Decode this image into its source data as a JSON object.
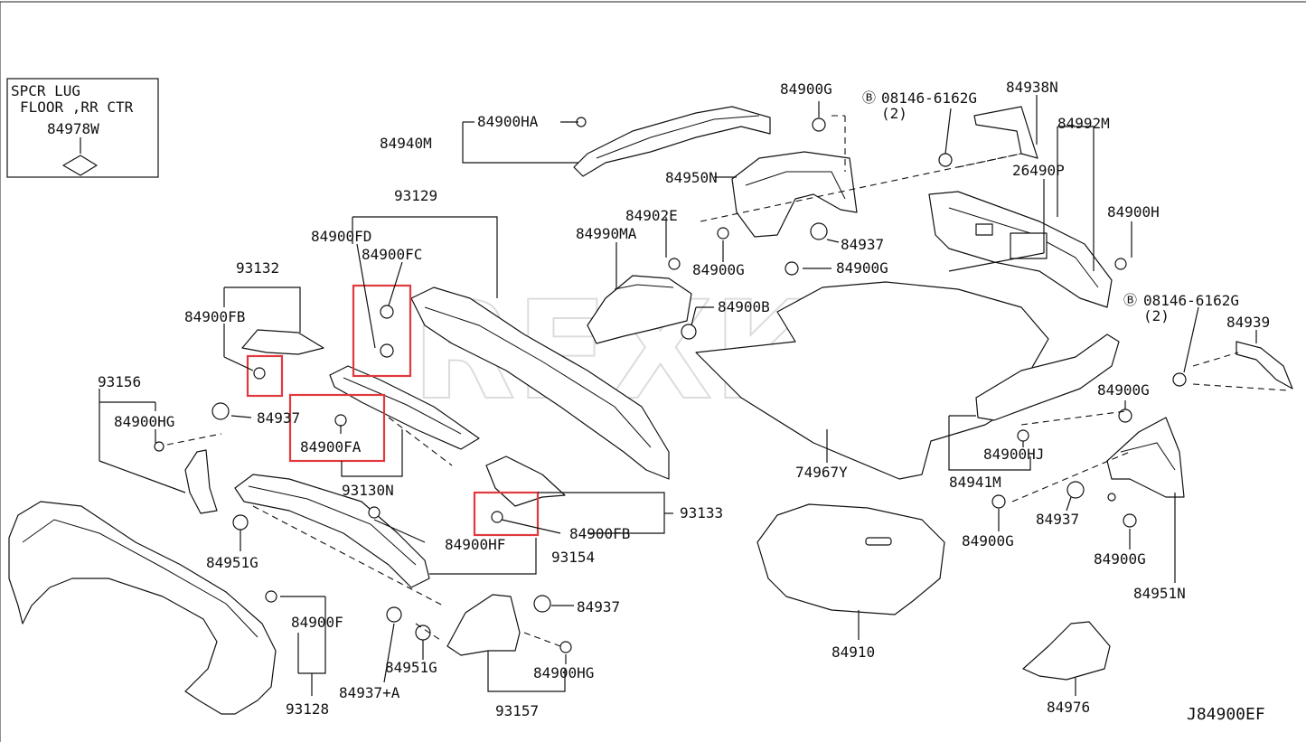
{
  "diagram": {
    "code": "J84900EF",
    "watermark": "REXKA",
    "note": {
      "line1": "SPCR LUG",
      "line2": "FLOOR ,RR CTR",
      "part": "84978W"
    },
    "labels": [
      "84900HA",
      "84940M",
      "84900G",
      "08146-6162G",
      "(2)",
      "84938N",
      "84992M",
      "84950N",
      "26490P",
      "93129",
      "84902E",
      "84900H",
      "84900FD",
      "84990MA",
      "84937",
      "84900FC",
      "84900G",
      "84900G",
      "93132",
      "84900B",
      "08146-6162G",
      "(2)",
      "84939",
      "84900FB",
      "93156",
      "84900G",
      "84900HG",
      "84937",
      "84900FA",
      "84900HJ",
      "74967Y",
      "84941M",
      "93130N",
      "93133",
      "84937",
      "84900FB",
      "84900G",
      "84951G",
      "84900HF",
      "93154",
      "84900G",
      "84951N",
      "84937",
      "84900F",
      "84951G",
      "84900HG",
      "84910",
      "84937+A",
      "93128",
      "93157",
      "84976"
    ]
  }
}
